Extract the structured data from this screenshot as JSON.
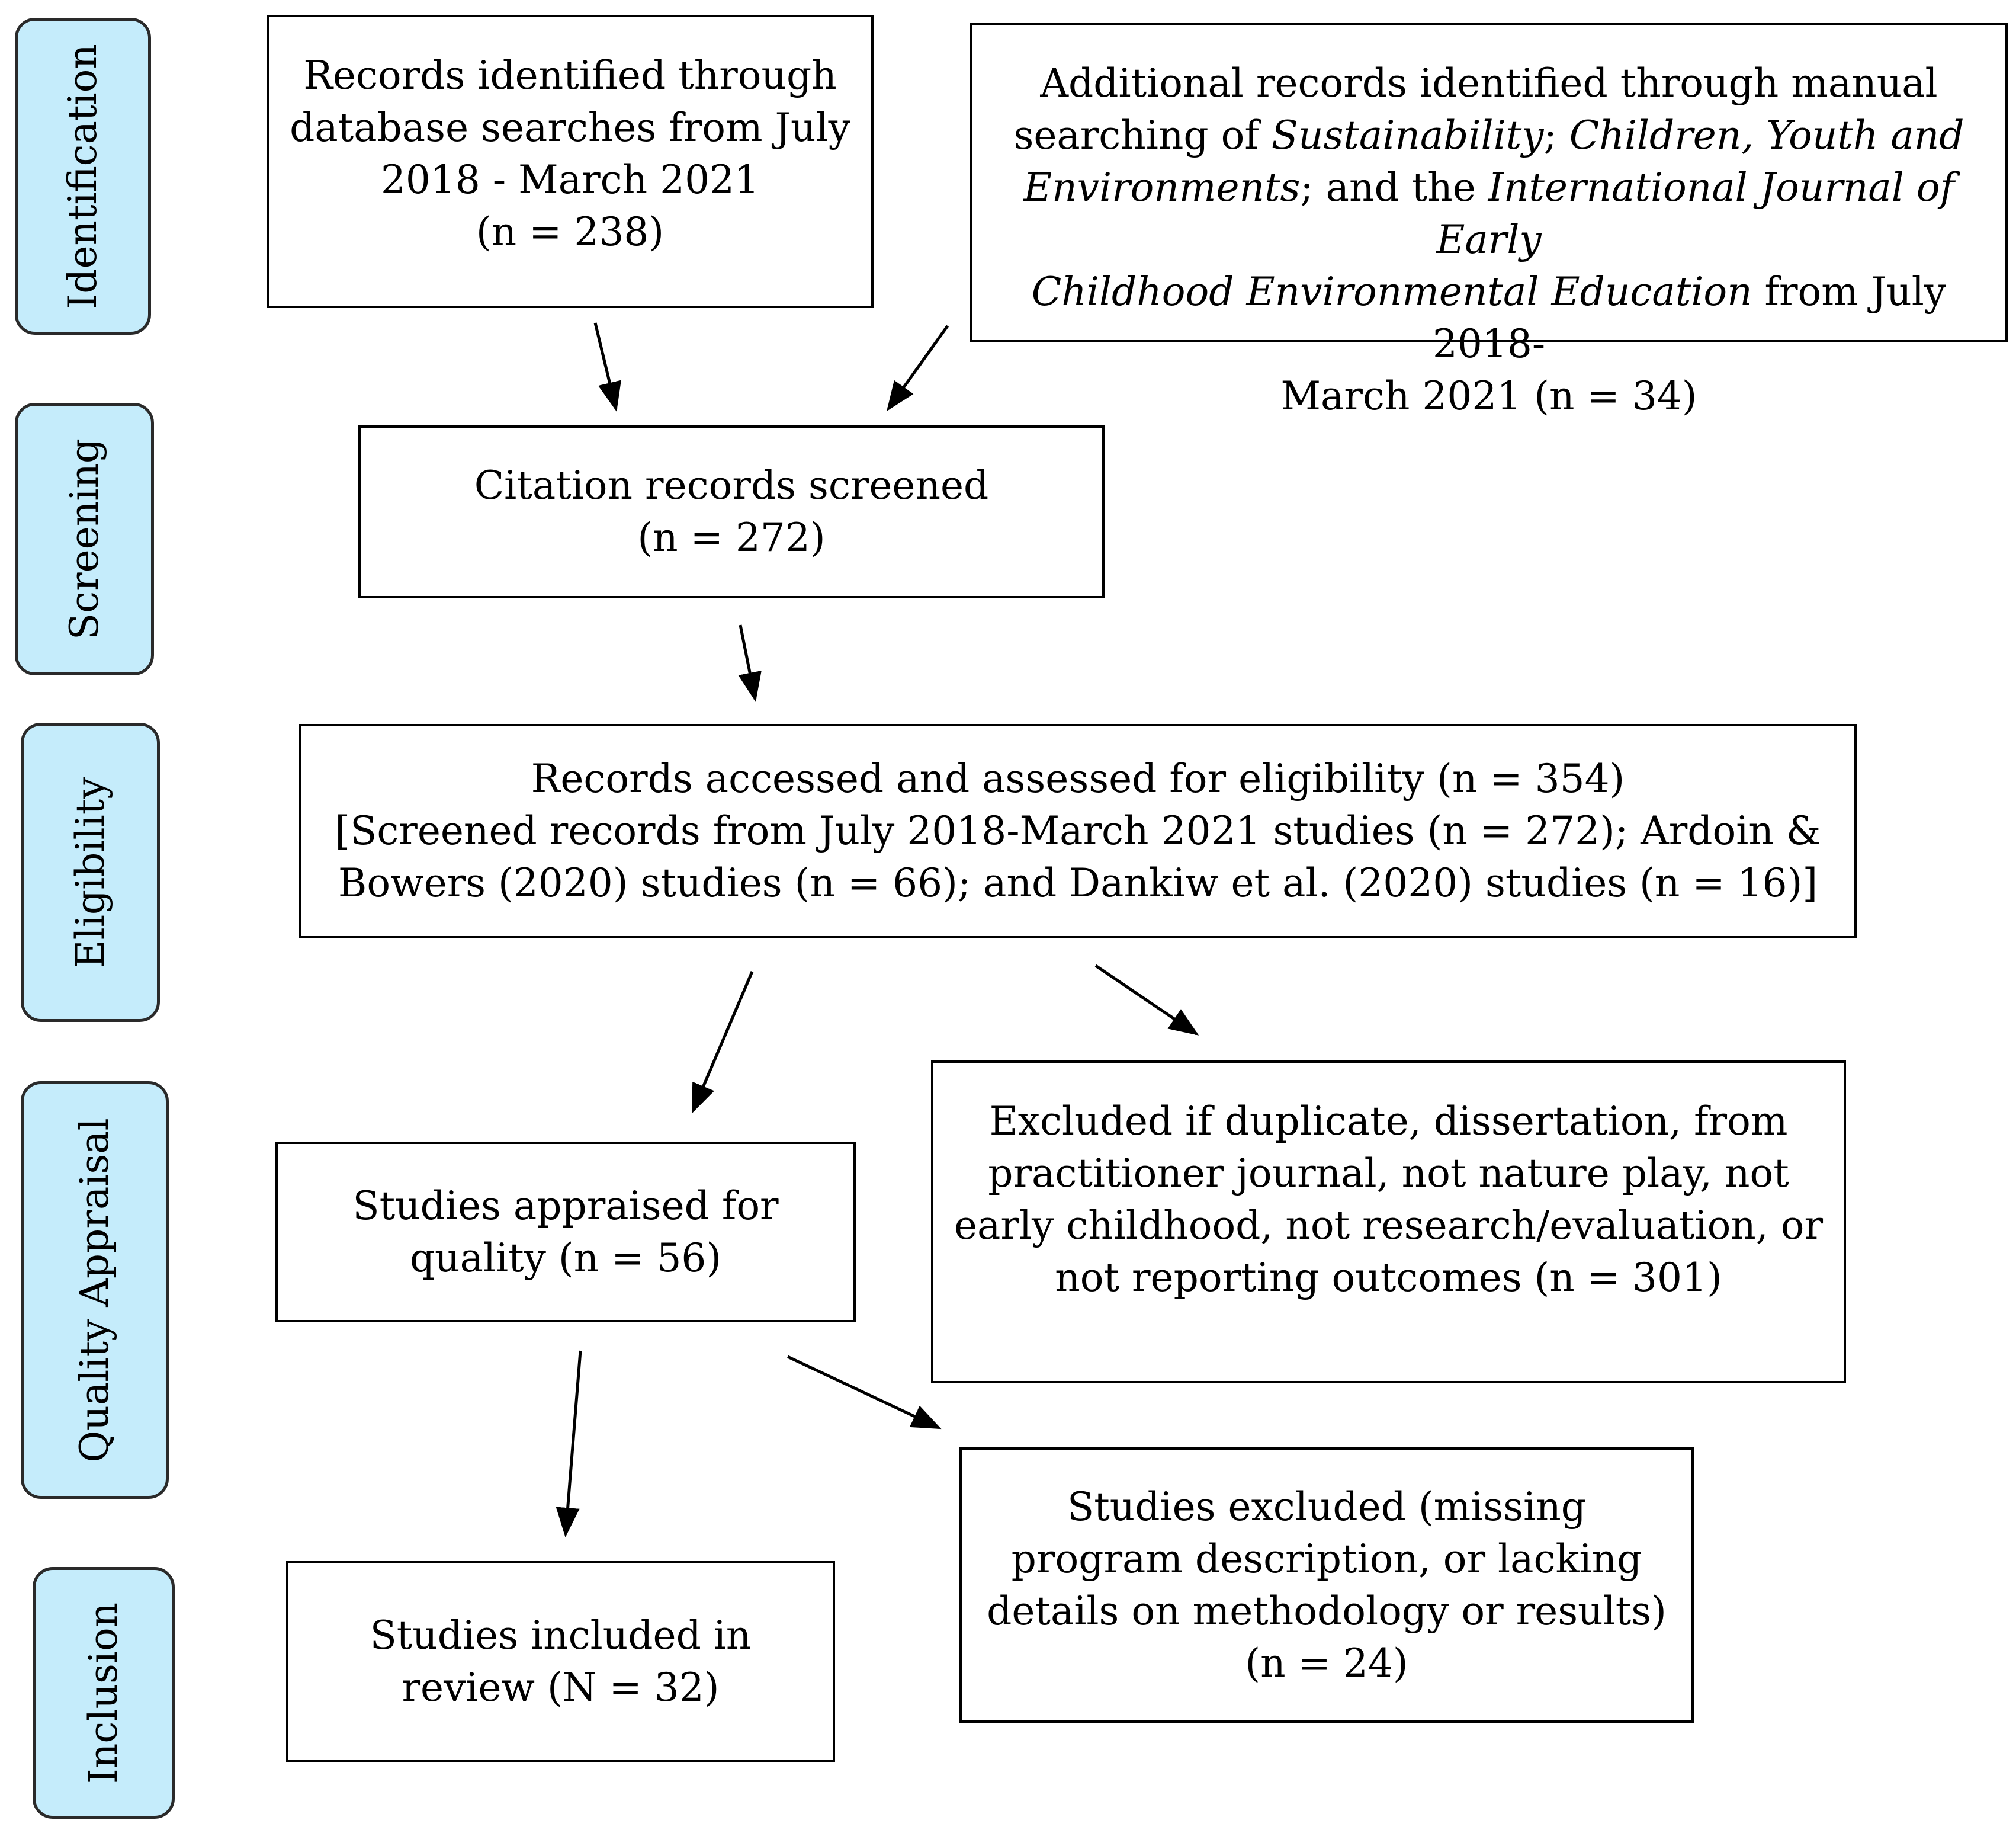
{
  "stages": {
    "identification": "Identification",
    "screening": "Screening",
    "eligibility": "Eligibility",
    "quality": "Quality Appraisal",
    "inclusion": "Inclusion"
  },
  "boxes": {
    "database": {
      "line1": "Records identified through",
      "line2": "database searches from July",
      "line3": "2018 - March 2021",
      "line4": "(n = 238)"
    },
    "manual": {
      "l1": "Additional records identified through manual",
      "l2a": "searching of ",
      "l2b": "Sustainability",
      "l2c": "; ",
      "l2d": "Children, Youth and",
      "l3a": "Environments",
      "l3b": "; and the ",
      "l3c": "International Journal of Early",
      "l4a": "Childhood Environmental Education",
      "l4b": " from July 2018-",
      "l5": "March 2021 (n = 34)"
    },
    "screened": {
      "line1": "Citation records screened",
      "line2": "(n = 272)"
    },
    "eligibility": {
      "line1": "Records accessed and assessed for eligibility (n = 354)",
      "line2": "[Screened records from July 2018-March 2021 studies (n = 272); Ardoin &",
      "line3": "Bowers (2020) studies (n = 66); and Dankiw et al. (2020) studies (n = 16)]"
    },
    "excluded_eligibility": {
      "line1": "Excluded if duplicate, dissertation, from",
      "line2": "practitioner journal, not nature play, not",
      "line3": "early childhood, not research/evaluation, or",
      "line4": "not reporting outcomes (n = 301)"
    },
    "appraised": {
      "line1": "Studies appraised for",
      "line2": "quality (n = 56)"
    },
    "excluded_quality": {
      "line1": "Studies excluded (missing",
      "line2": "program description, or lacking",
      "line3": "details on methodology or results)",
      "line4": "(n = 24)"
    },
    "included": {
      "line1": "Studies included in",
      "line2": "review (N = 32)"
    }
  },
  "colors": {
    "stage_fill": "#c5ecfb",
    "stroke": "#000000"
  }
}
